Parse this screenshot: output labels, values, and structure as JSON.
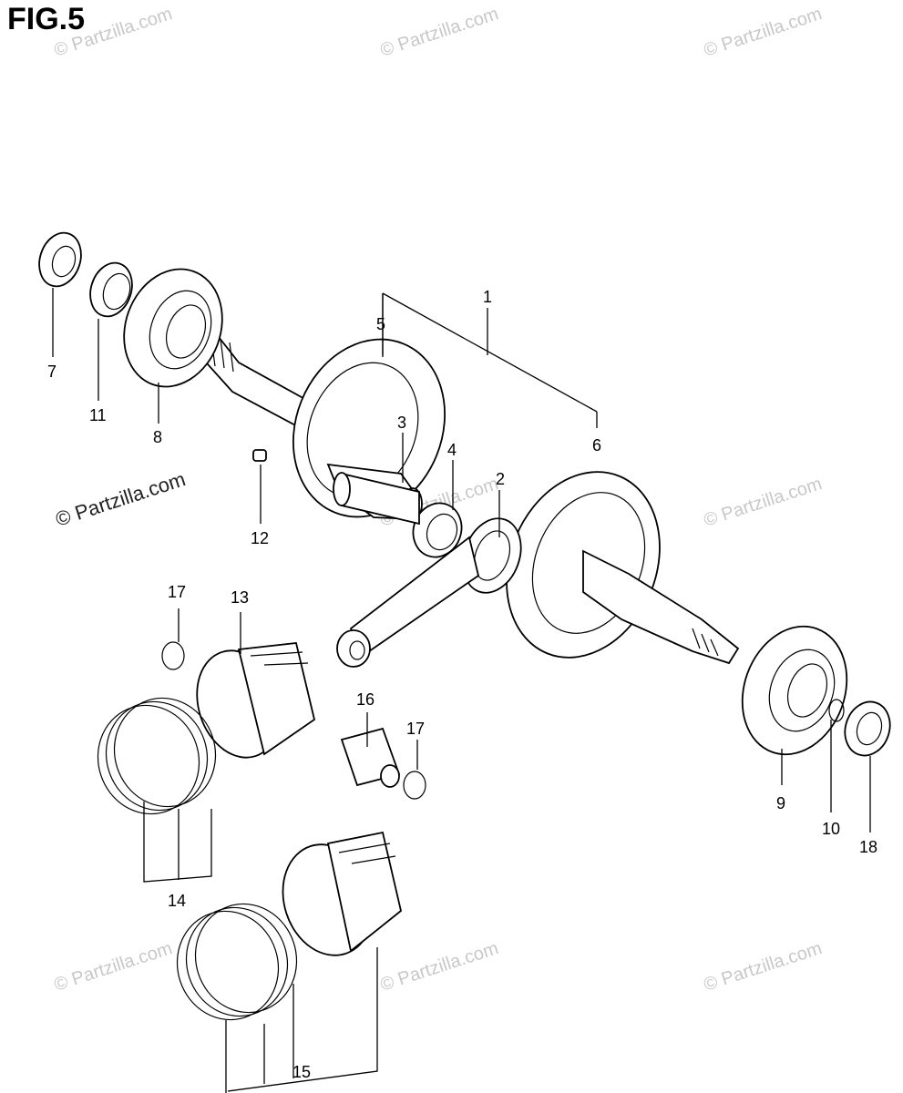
{
  "figure": {
    "title": "FIG.5"
  },
  "callouts": [
    {
      "id": "c1",
      "text": "1"
    },
    {
      "id": "c2",
      "text": "2"
    },
    {
      "id": "c3",
      "text": "3"
    },
    {
      "id": "c4",
      "text": "4"
    },
    {
      "id": "c5",
      "text": "5"
    },
    {
      "id": "c6",
      "text": "6"
    },
    {
      "id": "c7",
      "text": "7"
    },
    {
      "id": "c8",
      "text": "8"
    },
    {
      "id": "c9",
      "text": "9"
    },
    {
      "id": "c10",
      "text": "10"
    },
    {
      "id": "c11",
      "text": "11"
    },
    {
      "id": "c12",
      "text": "12"
    },
    {
      "id": "c13",
      "text": "13"
    },
    {
      "id": "c14",
      "text": "14"
    },
    {
      "id": "c15",
      "text": "15"
    },
    {
      "id": "c16",
      "text": "16"
    },
    {
      "id": "c17a",
      "text": "17"
    },
    {
      "id": "c17b",
      "text": "17"
    },
    {
      "id": "c18",
      "text": "18"
    }
  ],
  "watermark": {
    "text": "© Partzilla.com"
  }
}
